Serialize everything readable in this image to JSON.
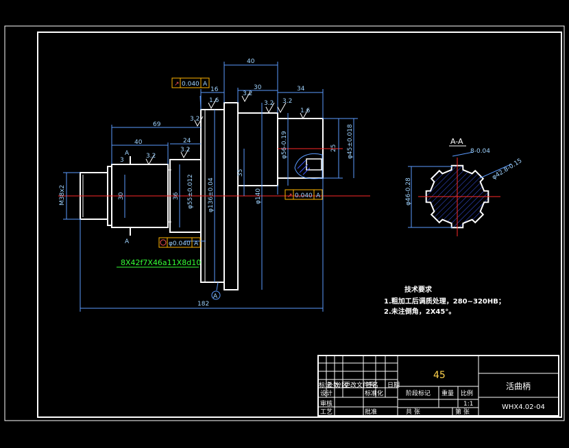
{
  "dimensions": {
    "d40_top": "40",
    "d16": "16",
    "d30_top": "30",
    "d34": "34",
    "d69": "69",
    "d40_left": "40",
    "d24": "24",
    "d3": "3",
    "d182": "182",
    "d35": "35",
    "d25": "25",
    "d30_mid": "30",
    "d36": "36",
    "m_thread": "M38x2",
    "phi140": "φ140",
    "phi136": "φ136±0.04",
    "phi55": "φ55±0.012",
    "phi56": "φ56-0.19",
    "phi45_pin": "φ45±0.018",
    "phi45_note": "φ45",
    "phi46_aa": "φ46-0.28",
    "phi42_aa": "φ42.8-0.15",
    "key_width": "8-0.04"
  },
  "roughness": {
    "r1": "1.6",
    "r2": "3.2",
    "r3": "3.2",
    "r4": "3.2",
    "r5": "3.2",
    "r6": "1.6",
    "r7": "3.2",
    "r8": "3.2"
  },
  "tolerance_frames": {
    "runout_top_value": "0.040",
    "runout_top_datum": "A",
    "runout_right_value": "0.040",
    "runout_right_datum": "A",
    "coax_value": "φ0.040",
    "coax_datum": "A"
  },
  "labels": {
    "section_top": "A",
    "section_bottom": "A",
    "datum_a": "A",
    "spline_spec": "8X42f7X46a11X8d10",
    "section_title": "A-A"
  },
  "notes": {
    "title": "技术要求",
    "line1": "1.粗加工后调质处理，280~320HB；",
    "line2": "2.未注倒角，2X45°。"
  },
  "title_block": {
    "material": "45",
    "part_name": "活曲柄",
    "drawing_no": "WHX4.02-04",
    "scale_label": "比例",
    "scale_value": "1:1",
    "weight_label": "重量",
    "stage_label": "阶段标记",
    "sheet_total": "共  张",
    "sheet_no": "第  张",
    "rev_mark": "标记",
    "rev_count": "处数",
    "rev_zone": "分区",
    "rev_docno": "更改文件号",
    "rev_sign": "签名",
    "rev_date": "日期",
    "role_design": "设计",
    "role_check": "审核",
    "role_process": "工艺",
    "role_std": "标准化",
    "role_approve": "批准"
  },
  "colors": {
    "background": "#000000",
    "outline": "#ffffff",
    "dimension": "#5b9bff",
    "center_line": "#ff2a2a",
    "hatch": "#3f5bff",
    "frame_box": "#ffb300",
    "spline_text": "#35ff35"
  }
}
